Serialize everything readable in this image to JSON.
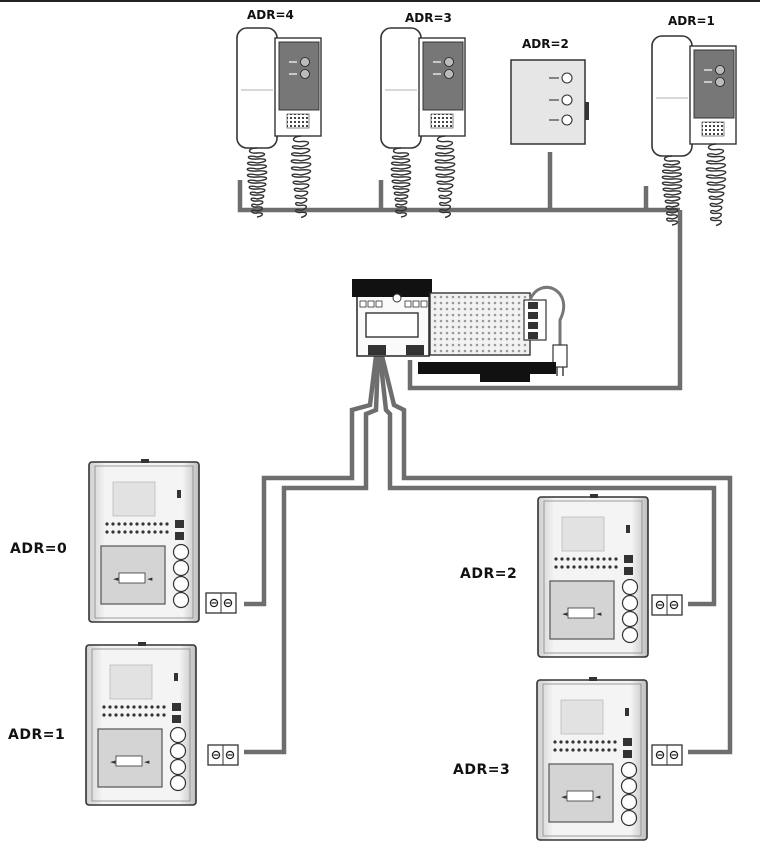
{
  "monitors": [
    {
      "id": "m4",
      "label": "ADR=4",
      "kind": "handset"
    },
    {
      "id": "m3",
      "label": "ADR=3",
      "kind": "handset"
    },
    {
      "id": "m2",
      "label": "ADR=2",
      "kind": "handsfree"
    },
    {
      "id": "m1",
      "label": "ADR=1",
      "kind": "handset"
    }
  ],
  "door_stations": [
    {
      "id": "d0",
      "label": "ADR=0"
    },
    {
      "id": "d1",
      "label": "ADR=1"
    },
    {
      "id": "d2",
      "label": "ADR=2"
    },
    {
      "id": "d3",
      "label": "ADR=3"
    }
  ],
  "colors": {
    "wire": "#6e6e6e",
    "ink": "#222222",
    "panel": "#e9e9e9",
    "dark": "#555555"
  }
}
